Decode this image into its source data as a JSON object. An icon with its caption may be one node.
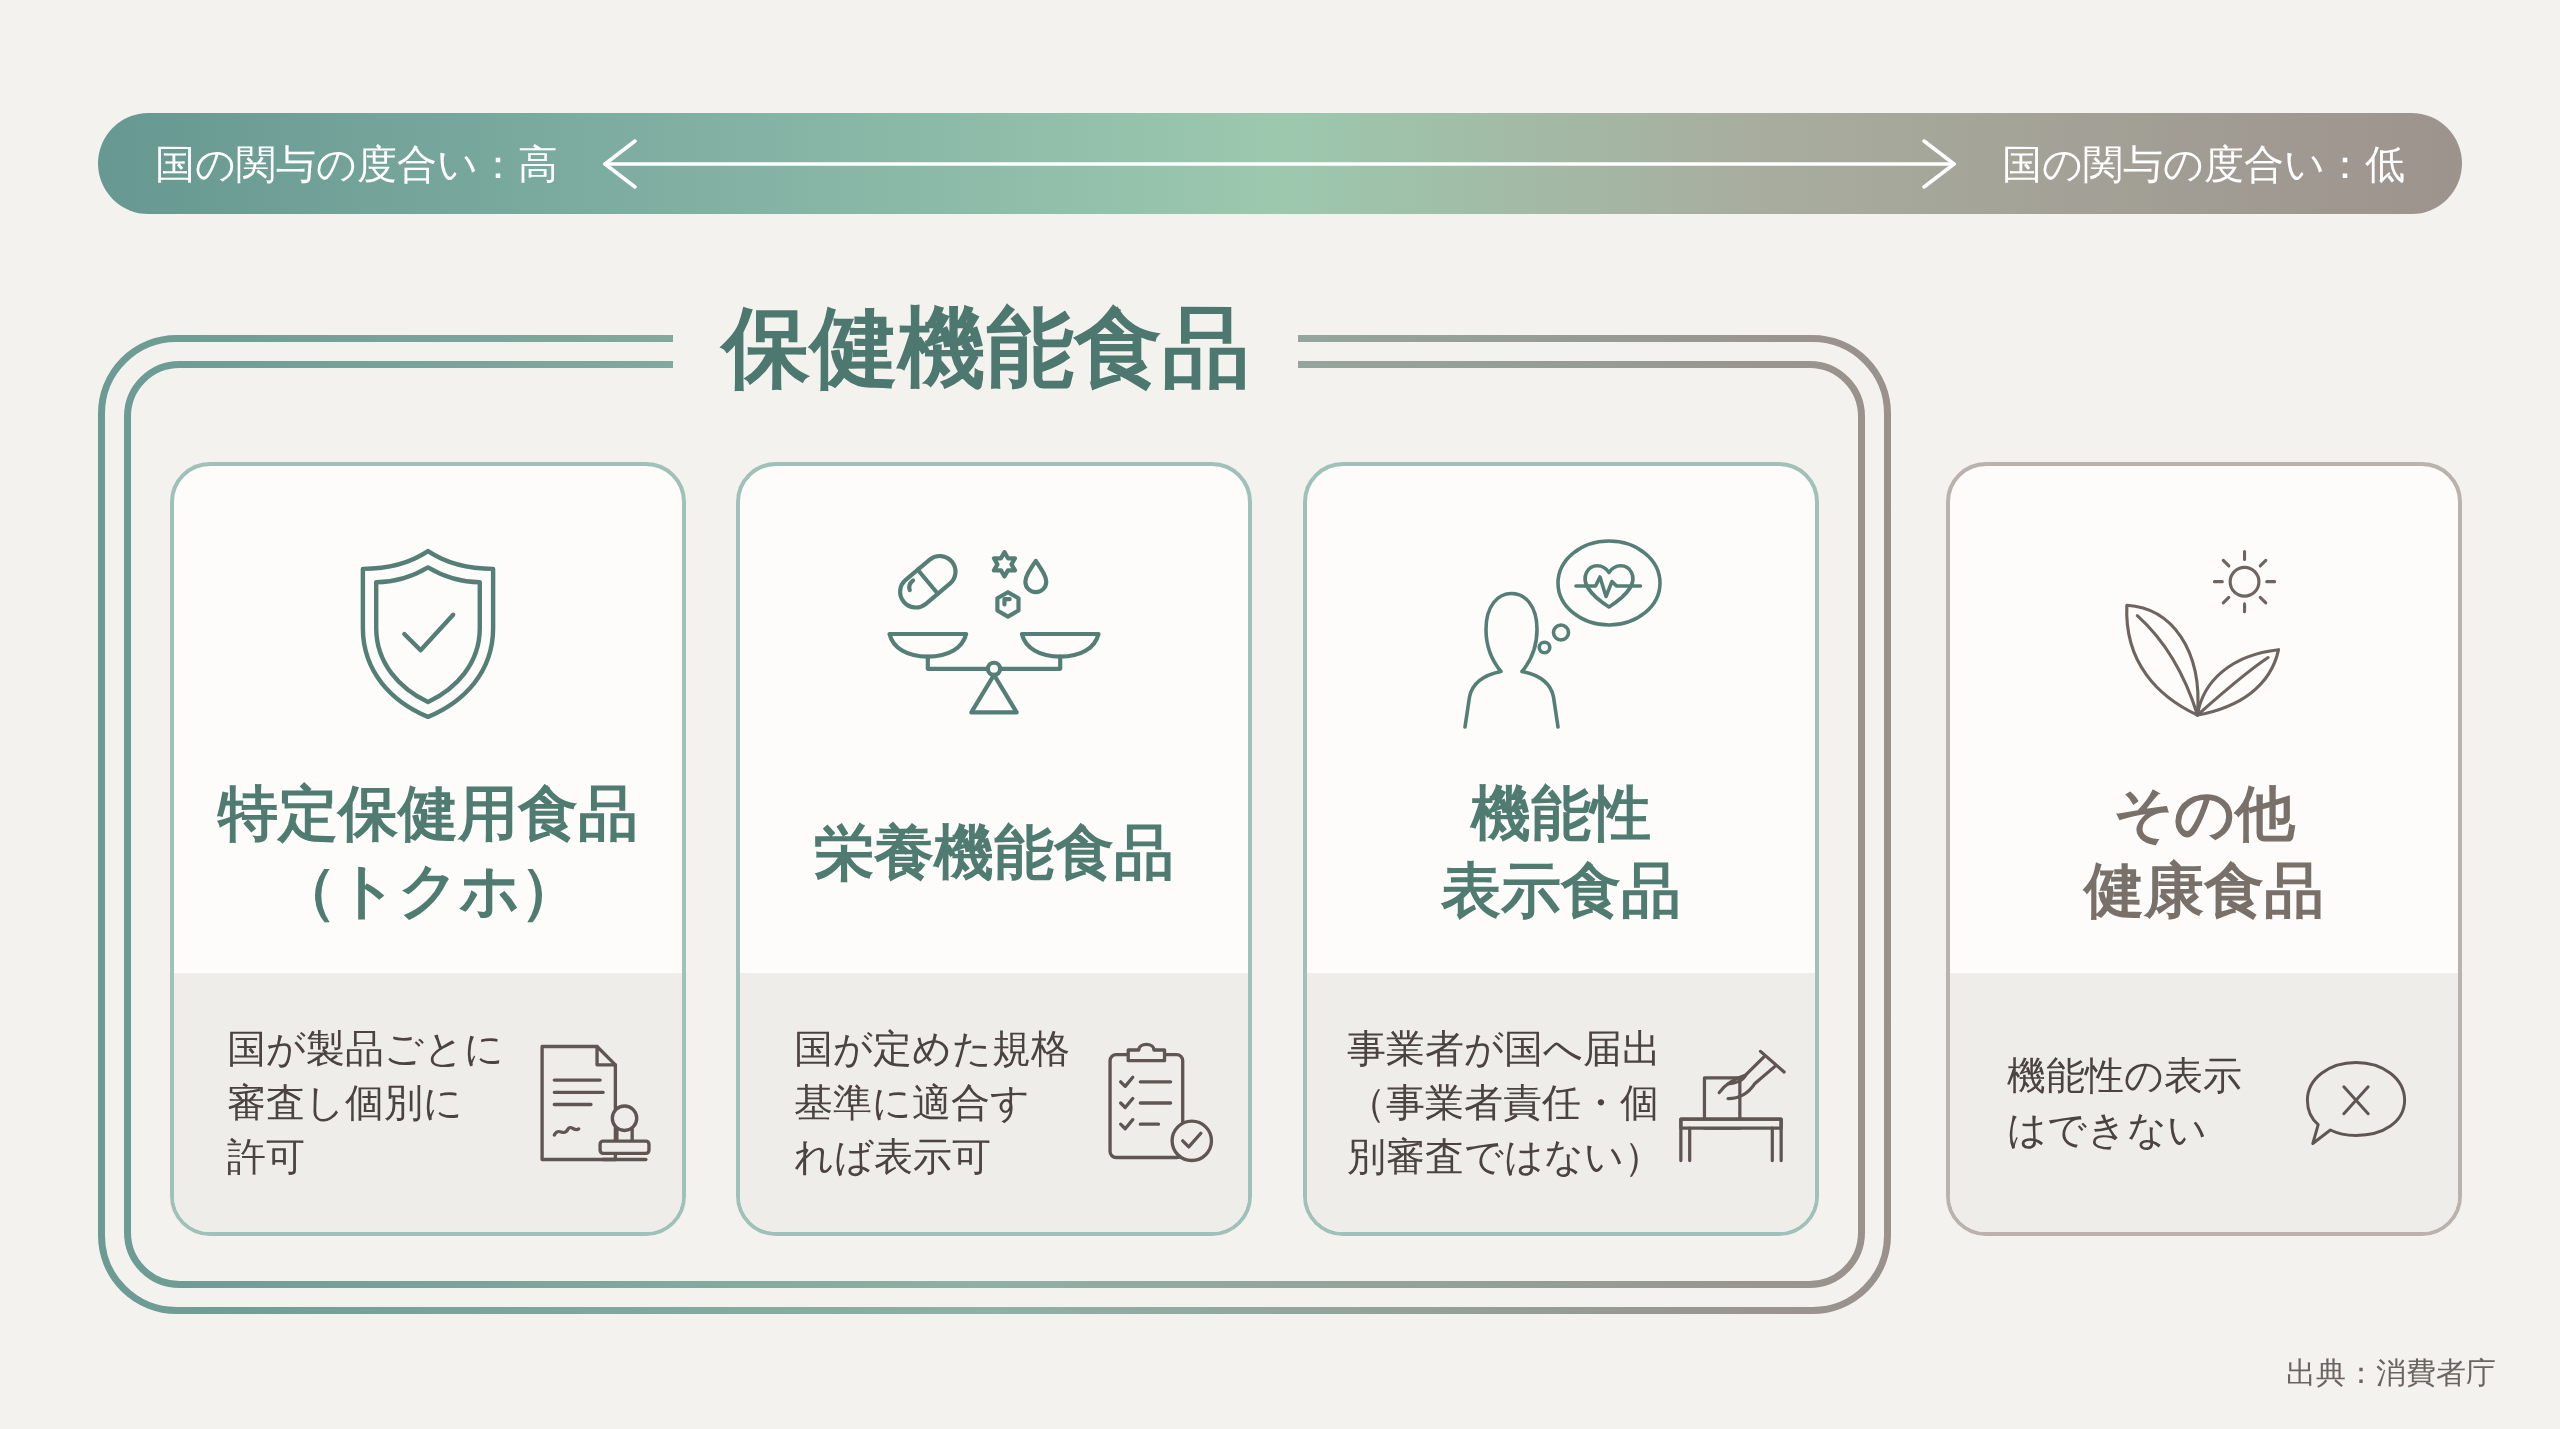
{
  "diagram": {
    "nodes": [
      {
        "text": [
          "国の関与の度合い：高",
          "国の関与の度合い：低"
        ]
      },
      {
        "text": [
          "保健機能食品"
        ]
      },
      {
        "text": [
          "特定保健用食品（トクホ）",
          "国が製品ごとに審査し個別に許可"
        ],
        "in": 1
      },
      {
        "text": [
          "栄養機能食品",
          "国が定めた規格基準に適合すれば表示可"
        ],
        "in": 1
      },
      {
        "text": [
          "機能性表示食品",
          "事業者が国へ届出（事業者責任・個別審査ではない）"
        ],
        "in": 1
      },
      {
        "text": [
          "その他健康食品",
          "機能性の表示はできない"
        ]
      }
    ],
    "labels": [
      "出典：消費者庁"
    ]
  }
}
